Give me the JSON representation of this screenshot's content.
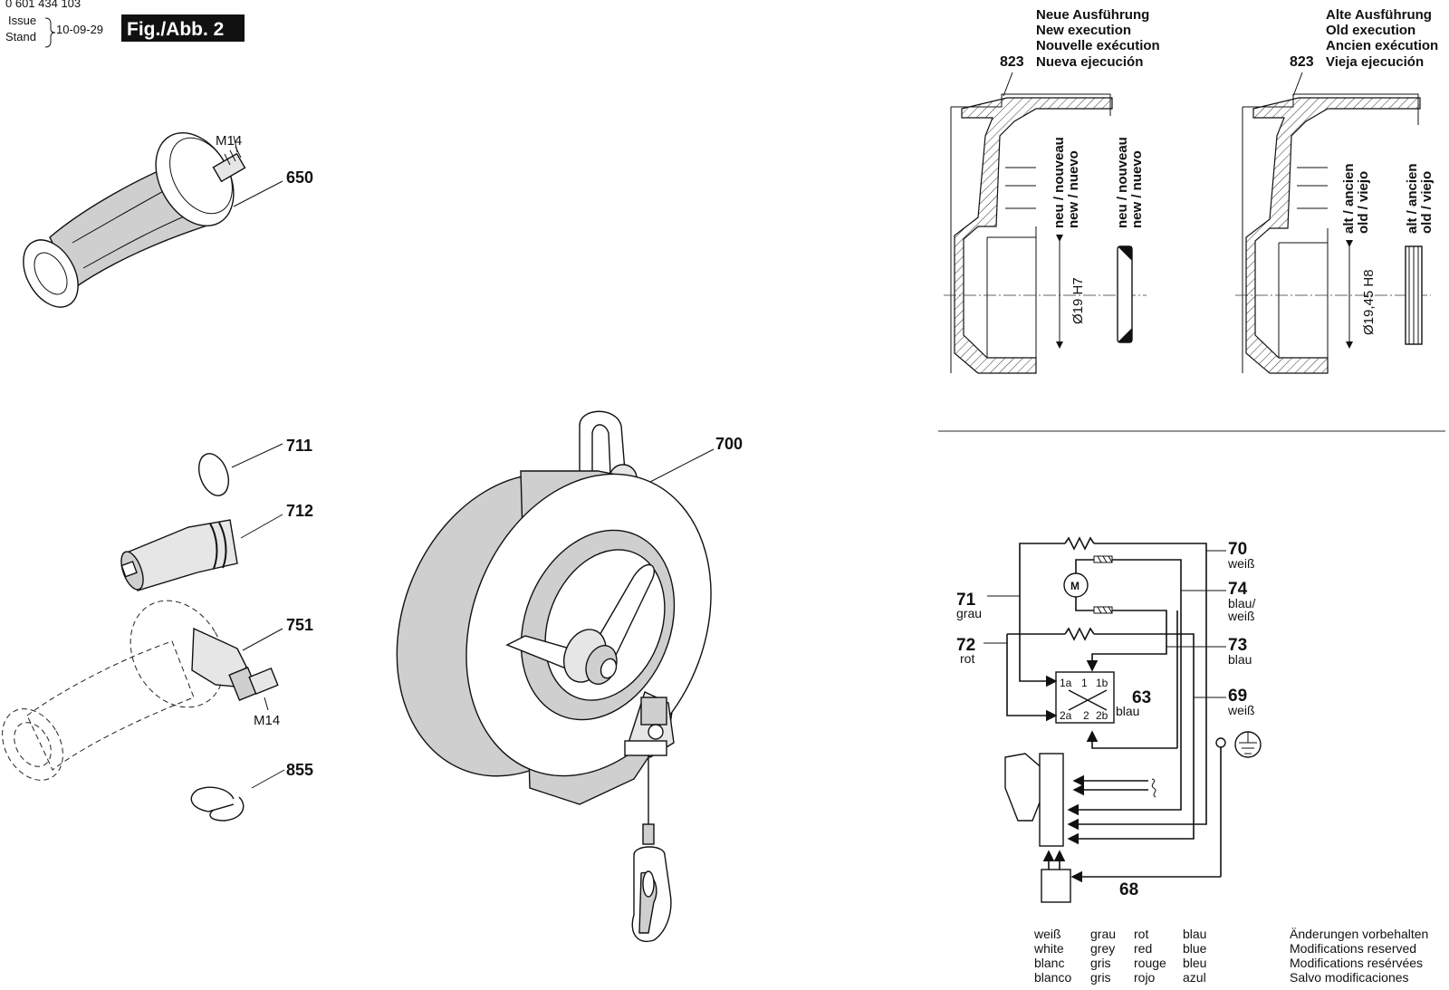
{
  "header": {
    "doc_number": "0 601 434 103",
    "issue_label": "Issue",
    "stand_label": "Stand",
    "date": "10-09-29",
    "fig_label": "Fig./Abb. 2"
  },
  "parts": {
    "p650": "650",
    "p650_thread": "M14",
    "p711": "711",
    "p712": "712",
    "p751": "751",
    "p751_thread": "M14",
    "p855": "855",
    "p700": "700"
  },
  "new_exec": {
    "part": "823",
    "lines": [
      "Neue Ausführung",
      "New execution",
      "Nouvelle exécution",
      "Nueva ejecución"
    ],
    "vertical_1a": "neu / nouveau",
    "vertical_1b": "new / nuevo",
    "vertical_2a": "neu / nouveau",
    "vertical_2b": "new / nuevo",
    "dimension": "Ø19 H7"
  },
  "old_exec": {
    "part": "823",
    "lines": [
      "Alte Ausführung",
      "Old execution",
      "Ancien exécution",
      "Vieja ejecución"
    ],
    "vertical_1a": "alt / ancien",
    "vertical_1b": "old / viejo",
    "vertical_2a": "alt / ancien",
    "vertical_2b": "old / viejo",
    "dimension": "Ø19,45 H8"
  },
  "wiring": {
    "w70": "70",
    "w70_color": "weiß",
    "w74": "74",
    "w74_color_1": "blau/",
    "w74_color_2": "weiß",
    "w71": "71",
    "w71_color": "grau",
    "w72": "72",
    "w72_color": "rot",
    "w73": "73",
    "w73_color": "blau",
    "w69": "69",
    "w69_color": "weiß",
    "w63": "63",
    "w63_color": "blau",
    "w68": "68",
    "motor": "M",
    "sw_1a": "1a",
    "sw_1": "1",
    "sw_1b": "1b",
    "sw_2a": "2a",
    "sw_2": "2",
    "sw_2b": "2b"
  },
  "color_legend": {
    "columns": [
      [
        "weiß",
        "white",
        "blanc",
        "blanco"
      ],
      [
        "grau",
        "grey",
        "gris",
        "gris"
      ],
      [
        "rot",
        "red",
        "rouge",
        "rojo"
      ],
      [
        "blau",
        "blue",
        "bleu",
        "azul"
      ]
    ]
  },
  "modifications": [
    "Änderungen vorbehalten",
    "Modifications reserved",
    "Modifications resérvées",
    "Salvo modificaciones"
  ]
}
